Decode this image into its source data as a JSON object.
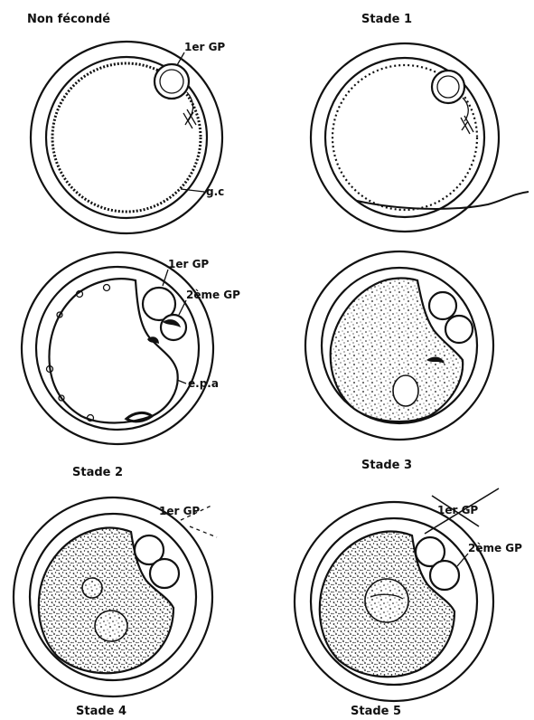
{
  "panels": [
    {
      "title": "Non fécondé",
      "labels": {
        "gp1": "1er GP",
        "gc": "g.c"
      }
    },
    {
      "title": "Stade 1"
    },
    {
      "title": "Stade 2",
      "labels": {
        "gp1": "1er GP",
        "gp2": "2ème GP",
        "epa": "e.p.a"
      }
    },
    {
      "title": "Stade 3"
    },
    {
      "title": "Stade 4",
      "labels": {
        "gp1": "1er GP"
      }
    },
    {
      "title": "Stade 5",
      "labels": {
        "gp1": "1er GP",
        "gp2": "2ème GP"
      }
    }
  ],
  "colors": {
    "ink": "#111111",
    "background": "#ffffff"
  }
}
